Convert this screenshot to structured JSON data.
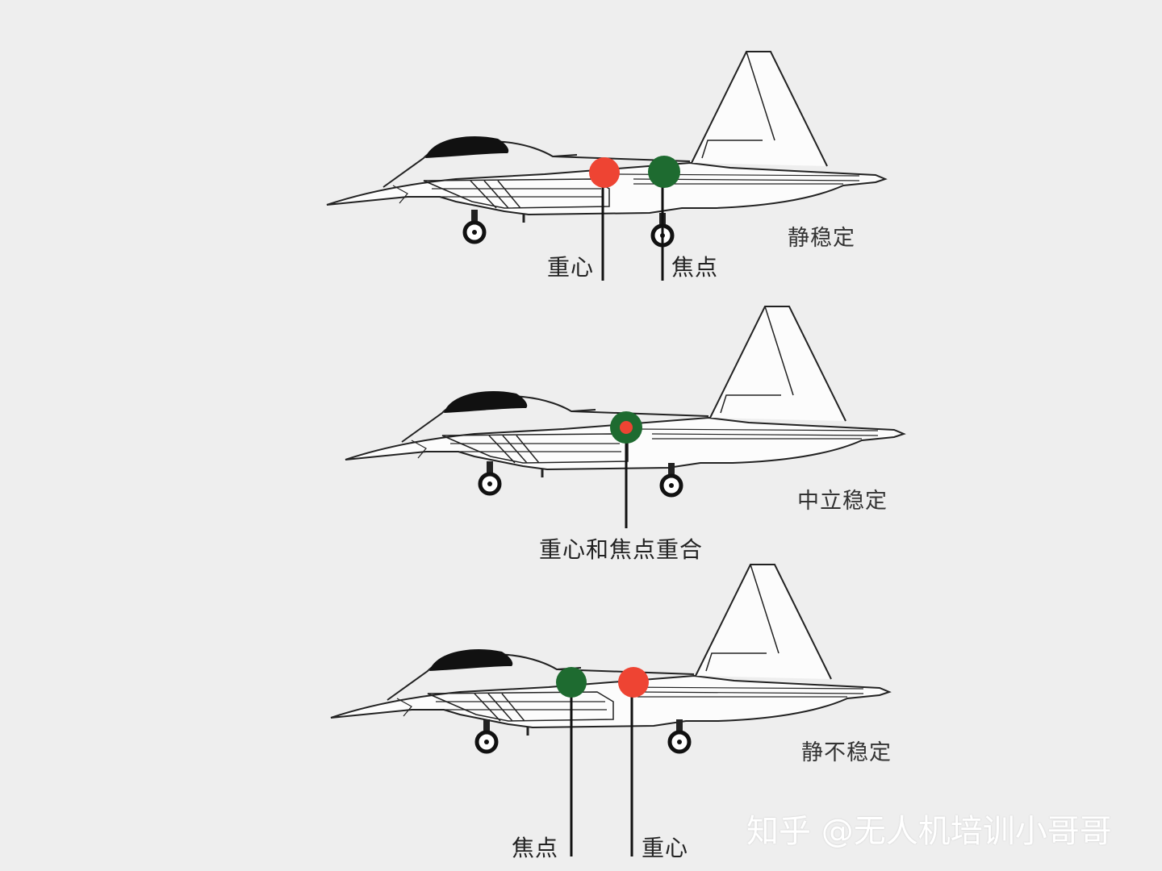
{
  "colors": {
    "cg": "#ee4433",
    "ac": "#1e6b30",
    "line": "#111111",
    "background": "#eeeeee"
  },
  "panels": [
    {
      "condition": "静稳定",
      "labels": {
        "cg": "重心",
        "ac": "焦点"
      }
    },
    {
      "condition": "中立稳定",
      "labels": {
        "combined": "重心和焦点重合"
      }
    },
    {
      "condition": "静不稳定",
      "labels": {
        "ac": "焦点",
        "cg": "重心"
      }
    }
  ],
  "watermark": "知乎 @无人机培训小哥哥"
}
